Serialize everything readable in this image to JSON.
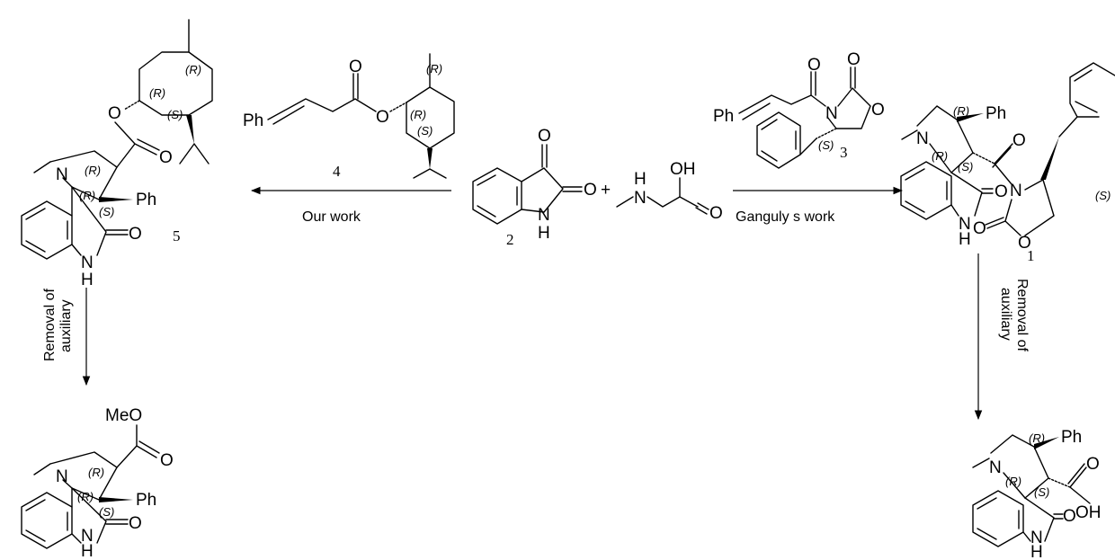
{
  "atoms": {
    "O": "O",
    "OH": "OH",
    "H": "H",
    "N": "N",
    "Ph": "Ph",
    "MeO": "MeO"
  },
  "stereo": {
    "R": "(R)",
    "S": "(S)"
  },
  "labels": {
    "c1": "1",
    "c2": "2",
    "c3": "3",
    "c4": "4",
    "c5": "5",
    "plus": "+",
    "our_work": "Our work",
    "ganguly_work": "Ganguly s work",
    "removal_left_1": "Removal of",
    "removal_left_2": "auxiliary",
    "removal_right_1": "Removal of",
    "removal_right_2": "auxiliary"
  },
  "colors": {
    "ink": "#000000",
    "background": "#ffffff"
  }
}
